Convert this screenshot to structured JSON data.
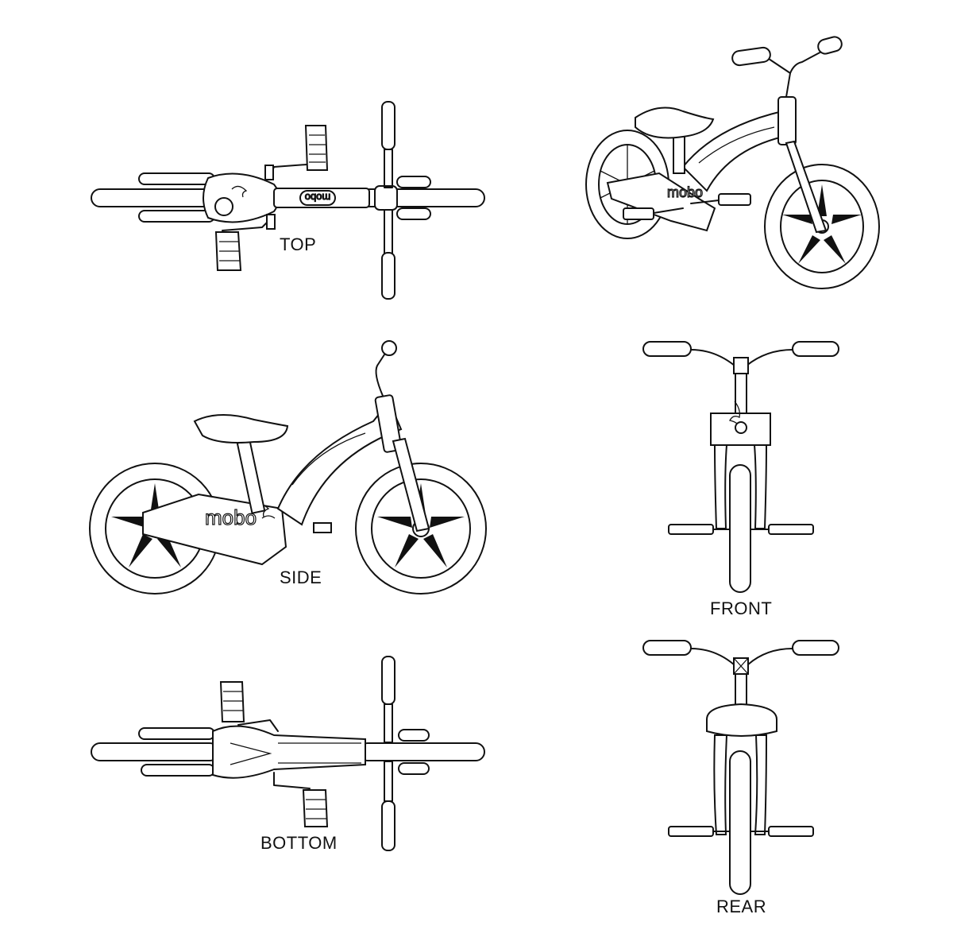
{
  "views": {
    "top": "TOP",
    "side": "SIDE",
    "bottom": "BOTTOM",
    "front": "FRONT",
    "rear": "REAR"
  },
  "brand": {
    "logo_text": "mobo"
  }
}
